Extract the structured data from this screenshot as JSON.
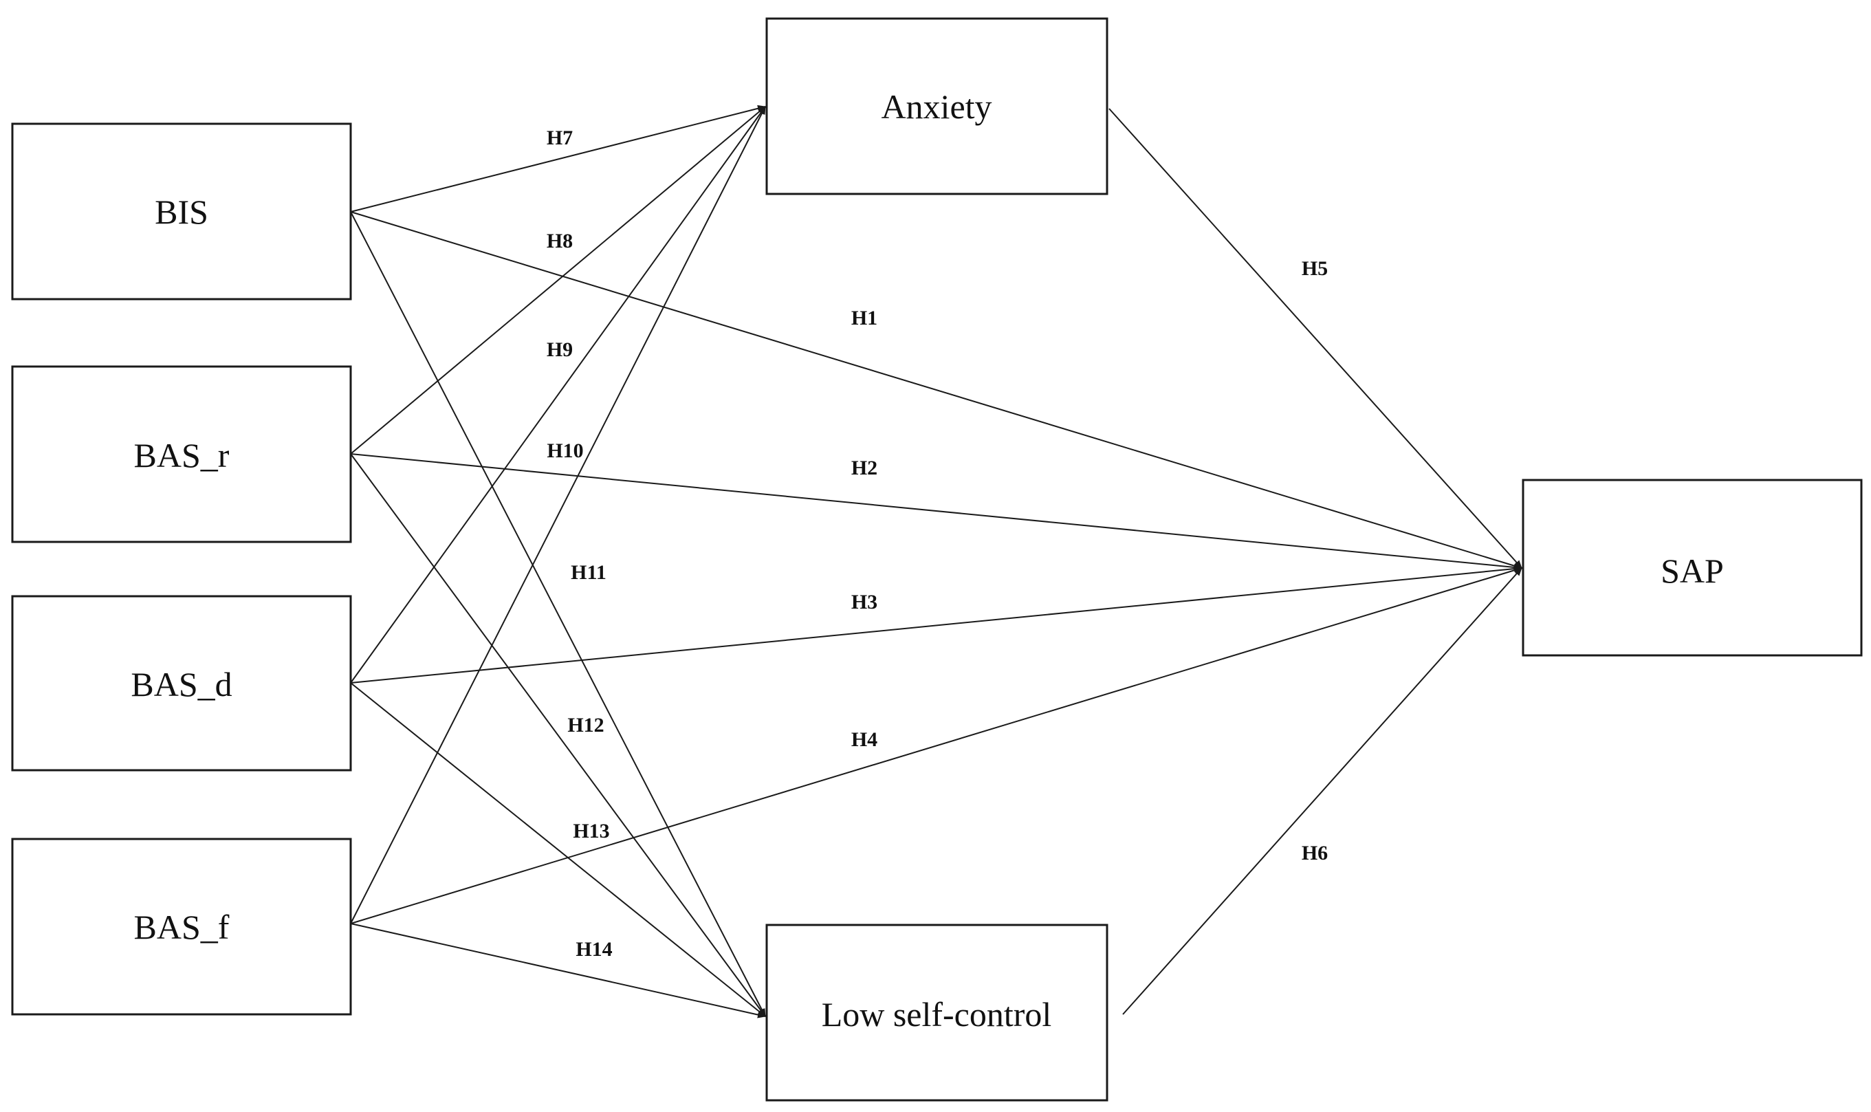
{
  "nodes": {
    "bis": "BIS",
    "bas_r": "BAS_r",
    "bas_d": "BAS_d",
    "bas_f": "BAS_f",
    "anxiety": "Anxiety",
    "low_self_control": "Low self-control",
    "sap": "SAP"
  },
  "hypotheses": {
    "h1": "H1",
    "h2": "H2",
    "h3": "H3",
    "h4": "H4",
    "h5": "H5",
    "h6": "H6",
    "h7": "H7",
    "h8": "H8",
    "h9": "H9",
    "h10": "H10",
    "h11": "H11",
    "h12": "H12",
    "h13": "H13",
    "h14": "H14"
  },
  "colors": {
    "line": "#1a1a1a",
    "box_fill": "#ffffff",
    "text": "#111111"
  }
}
